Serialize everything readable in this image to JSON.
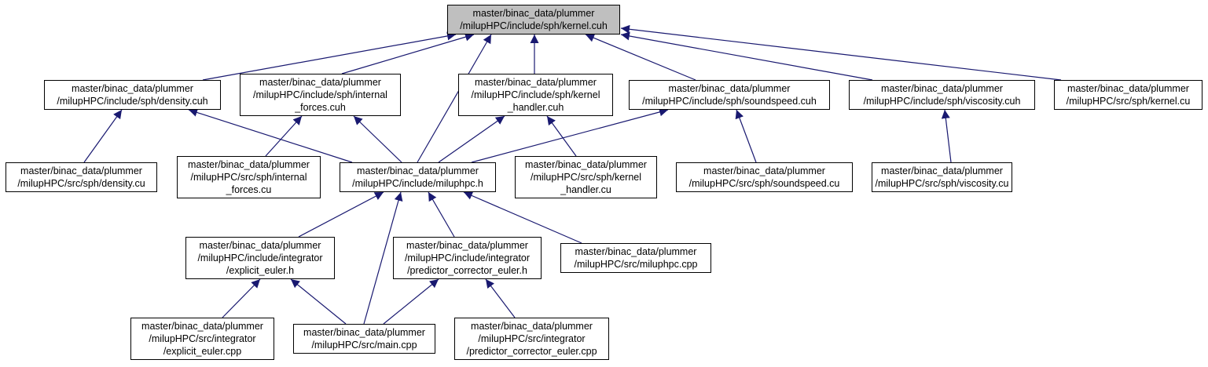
{
  "colors": {
    "edge": "#191970",
    "root_fill": "#bfbfbf",
    "node_border": "#000000"
  },
  "nodes": {
    "kernel_cuh": [
      "master/binac_data/plummer",
      "/milupHPC/include/sph/kernel.cuh"
    ],
    "density_cuh": [
      "master/binac_data/plummer",
      "/milupHPC/include/sph/density.cuh"
    ],
    "internal_forces_cuh": [
      "master/binac_data/plummer",
      "/milupHPC/include/sph/internal",
      "_forces.cuh"
    ],
    "kernel_handler_cuh": [
      "master/binac_data/plummer",
      "/milupHPC/include/sph/kernel",
      "_handler.cuh"
    ],
    "soundspeed_cuh": [
      "master/binac_data/plummer",
      "/milupHPC/include/sph/soundspeed.cuh"
    ],
    "viscosity_cuh": [
      "master/binac_data/plummer",
      "/milupHPC/include/sph/viscosity.cuh"
    ],
    "kernel_cu": [
      "master/binac_data/plummer",
      "/milupHPC/src/sph/kernel.cu"
    ],
    "density_cu": [
      "master/binac_data/plummer",
      "/milupHPC/src/sph/density.cu"
    ],
    "internal_forces_cu": [
      "master/binac_data/plummer",
      "/milupHPC/src/sph/internal",
      "_forces.cu"
    ],
    "miluphpc_h": [
      "master/binac_data/plummer",
      "/milupHPC/include/miluphpc.h"
    ],
    "kernel_handler_cu": [
      "master/binac_data/plummer",
      "/milupHPC/src/sph/kernel",
      "_handler.cu"
    ],
    "soundspeed_cu": [
      "master/binac_data/plummer",
      "/milupHPC/src/sph/soundspeed.cu"
    ],
    "viscosity_cu": [
      "master/binac_data/plummer",
      "/milupHPC/src/sph/viscosity.cu"
    ],
    "explicit_euler_h": [
      "master/binac_data/plummer",
      "/milupHPC/include/integrator",
      "/explicit_euler.h"
    ],
    "pce_h": [
      "master/binac_data/plummer",
      "/milupHPC/include/integrator",
      "/predictor_corrector_euler.h"
    ],
    "miluphpc_cpp": [
      "master/binac_data/plummer",
      "/milupHPC/src/miluphpc.cpp"
    ],
    "explicit_euler_cpp": [
      "master/binac_data/plummer",
      "/milupHPC/src/integrator",
      "/explicit_euler.cpp"
    ],
    "main_cpp": [
      "master/binac_data/plummer",
      "/milupHPC/src/main.cpp"
    ],
    "pce_cpp": [
      "master/binac_data/plummer",
      "/milupHPC/src/integrator",
      "/predictor_corrector_euler.cpp"
    ]
  }
}
